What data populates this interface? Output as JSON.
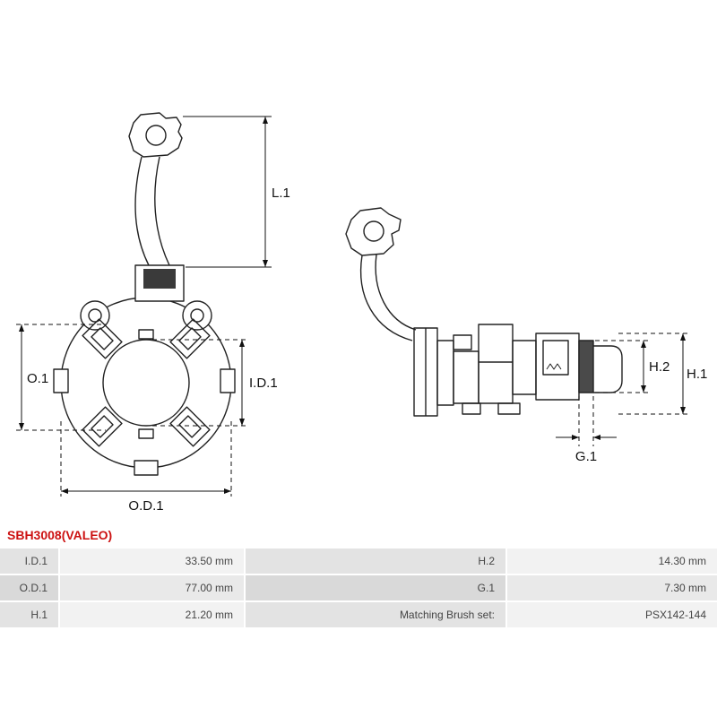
{
  "part": {
    "number": "SBH3008(VALEO)"
  },
  "diagram": {
    "dimension_labels": {
      "l1": "L.1",
      "o1": "O.1",
      "id1": "I.D.1",
      "od1": "O.D.1",
      "h2": "H.2",
      "h1": "H.1",
      "g1": "G.1"
    }
  },
  "specs": {
    "rows": [
      {
        "label_left": "I.D.1",
        "value_left": "33.50 mm",
        "label_right": "H.2",
        "value_right": "14.30 mm"
      },
      {
        "label_left": "O.D.1",
        "value_left": "77.00 mm",
        "label_right": "G.1",
        "value_right": "7.30 mm"
      },
      {
        "label_left": "H.1",
        "value_left": "21.20 mm",
        "label_right": "Matching Brush set:",
        "value_right": "PSX142-144"
      }
    ]
  },
  "colors": {
    "part_number_text": "#cc1111",
    "spec_label_bg_odd": "#e3e3e3",
    "spec_value_bg_odd": "#f2f2f2",
    "spec_label_bg_even": "#d9d9d9",
    "spec_value_bg_even": "#e9e9e9",
    "drawing_line": "#222222"
  }
}
